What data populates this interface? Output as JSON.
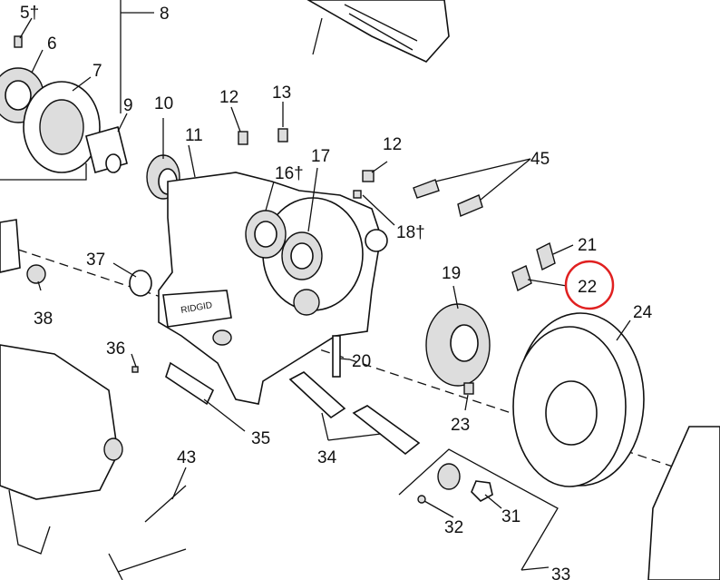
{
  "diagram": {
    "highlight_color": "#e02020",
    "highlighted_part": "22",
    "logo_text": "RIDGID",
    "labels": {
      "p5": "5†",
      "p6": "6",
      "p7": "7",
      "p8": "8",
      "p9": "9",
      "p10": "10",
      "p11": "11",
      "p12a": "12",
      "p13": "13",
      "p16": "16†",
      "p17": "17",
      "p12b": "12",
      "p18": "18†",
      "p45": "45",
      "p21": "21",
      "p22": "22",
      "p19": "19",
      "p24": "24",
      "p37": "37",
      "p38": "38",
      "p36": "36",
      "p20": "20",
      "p23": "23",
      "p35": "35",
      "p34": "34",
      "p43": "43",
      "p32": "32",
      "p31": "31",
      "p33": "33"
    }
  }
}
